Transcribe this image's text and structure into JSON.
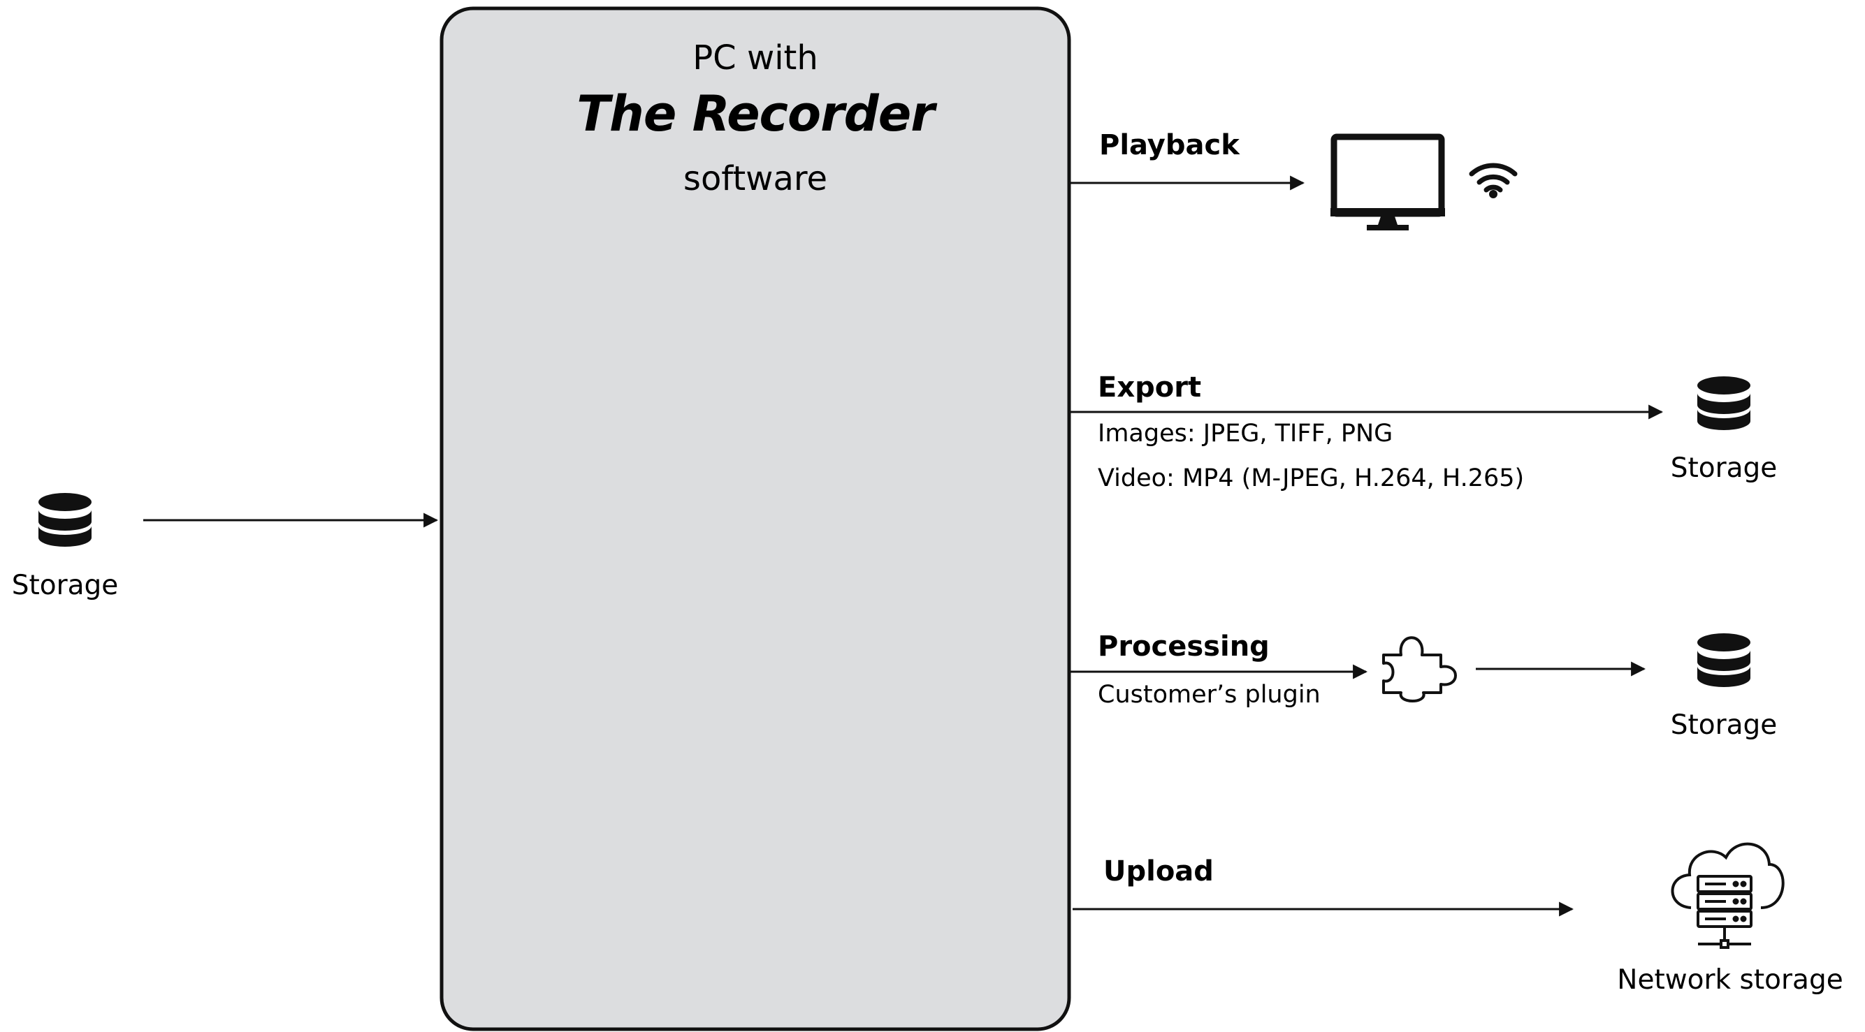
{
  "pc_box": {
    "line1": "PC with",
    "title": "The Recorder",
    "line3": "software"
  },
  "input": {
    "label": "Storage",
    "icon": "database-icon"
  },
  "flows": {
    "playback": {
      "title": "Playback",
      "icons": [
        "monitor-icon",
        "wifi-icon"
      ]
    },
    "export": {
      "title": "Export",
      "line1": "Images: JPEG, TIFF, PNG",
      "line2": "Video: MP4 (M-JPEG, H.264, H.265)",
      "target_label": "Storage",
      "target_icon": "database-icon"
    },
    "processing": {
      "title": "Processing",
      "subtitle": "Customer’s plugin",
      "plugin_icon": "puzzle-piece-icon",
      "target_label": "Storage",
      "target_icon": "database-icon"
    },
    "upload": {
      "title": "Upload",
      "target_label": "Network storage",
      "target_icon": "cloud-server-icon"
    }
  },
  "colors": {
    "box_fill": "#dcdddf",
    "stroke": "#111111"
  }
}
